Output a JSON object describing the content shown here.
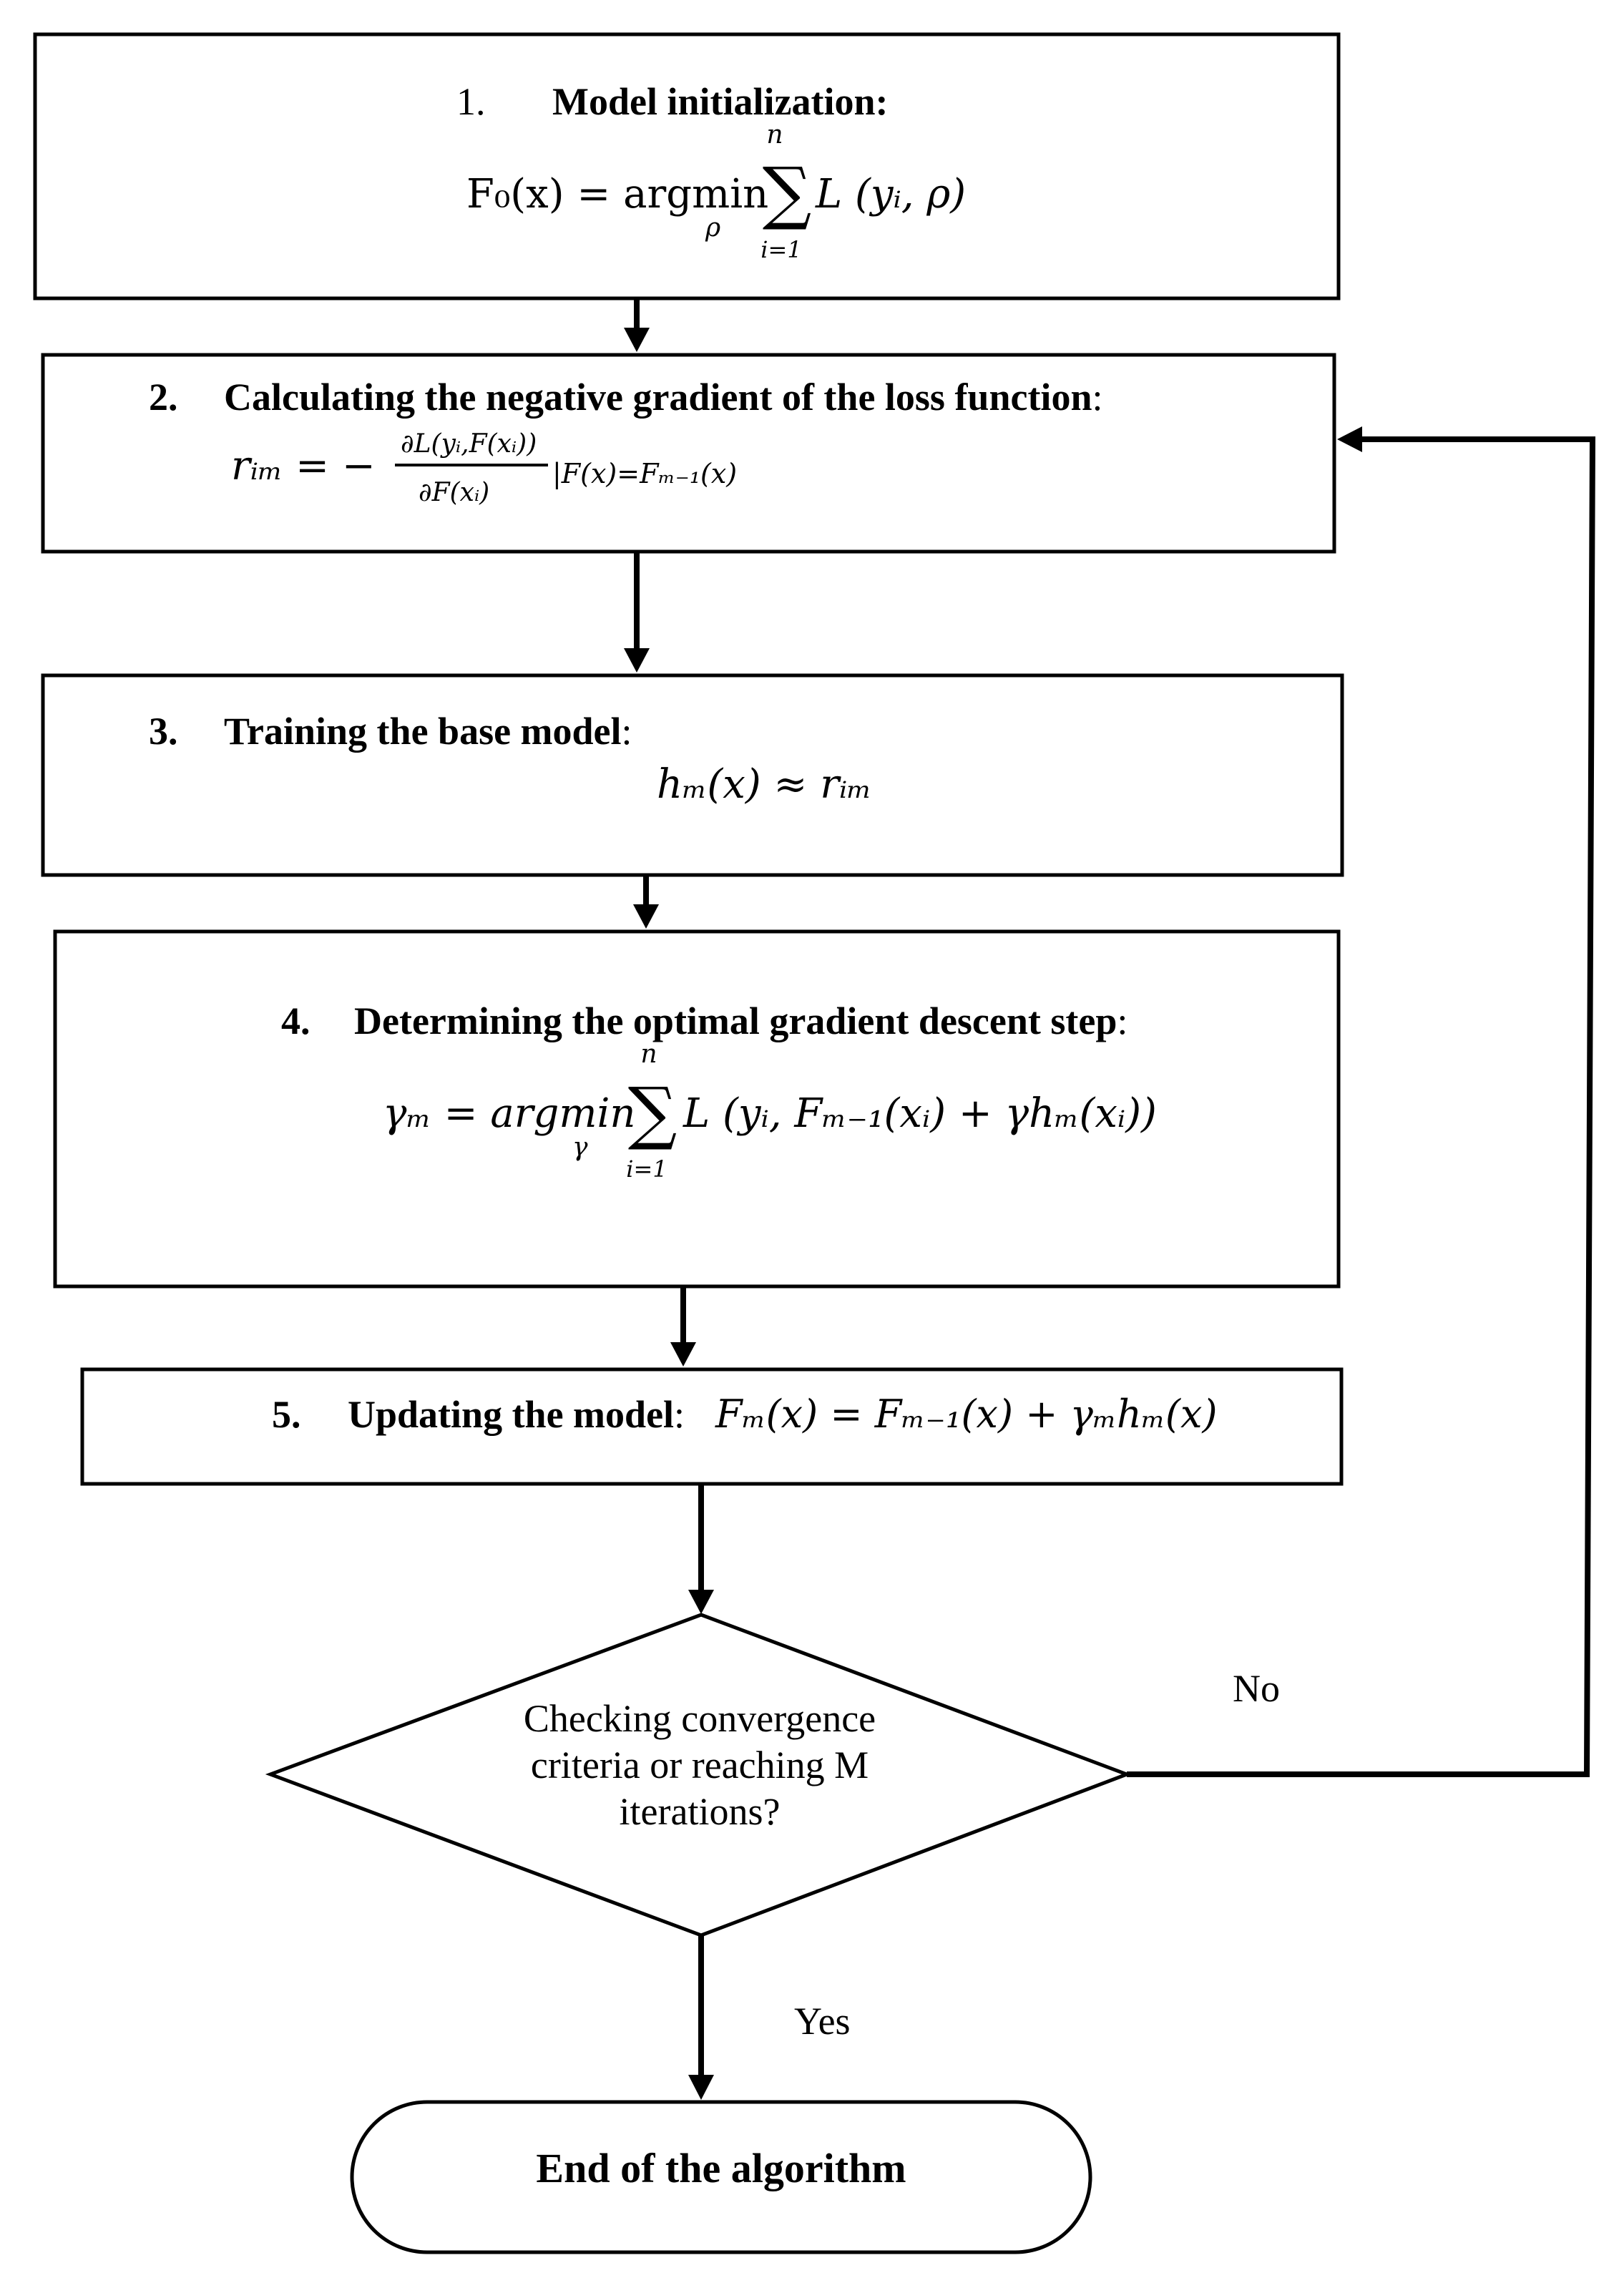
{
  "steps": [
    {
      "number": "1.",
      "title": "Model initialization:",
      "formula": {
        "lhs": "F₀(x) = argmin",
        "argmin_sub": "ρ",
        "sum_top": "n",
        "sum_bottom": "i=1",
        "rhs": "L (yᵢ, ρ)"
      }
    },
    {
      "number": "2.",
      "title": "Calculating the negative gradient of the loss function",
      "title_suffix": ":",
      "formula": {
        "lhs": "rᵢₘ = −",
        "numerator": "∂L(yᵢ,F(xᵢ))",
        "denominator": "∂F(xᵢ)",
        "condition": "|F(x)=Fₘ₋₁(x)"
      }
    },
    {
      "number": "3.",
      "title": "Training the base model",
      "title_suffix": ":",
      "formula": "hₘ(x) ≈ rᵢₘ"
    },
    {
      "number": "4.",
      "title": "Determining the optimal gradient descent step",
      "title_suffix": ":",
      "formula": {
        "lhs": "γₘ = argmin",
        "argmin_sub": "γ",
        "sum_top": "n",
        "sum_bottom": "i=1",
        "rhs": "L (yᵢ, Fₘ₋₁(xᵢ) + γhₘ(xᵢ))"
      }
    },
    {
      "number": "5.",
      "title": "Updating the model",
      "title_suffix": ":",
      "formula": "Fₘ(x) = Fₘ₋₁(x) + γₘhₘ(x)"
    }
  ],
  "decision": {
    "lines": [
      "Checking convergence",
      "criteria or reaching M",
      "iterations?"
    ],
    "no_label": "No",
    "yes_label": "Yes"
  },
  "end": {
    "label": "End of the algorithm"
  }
}
